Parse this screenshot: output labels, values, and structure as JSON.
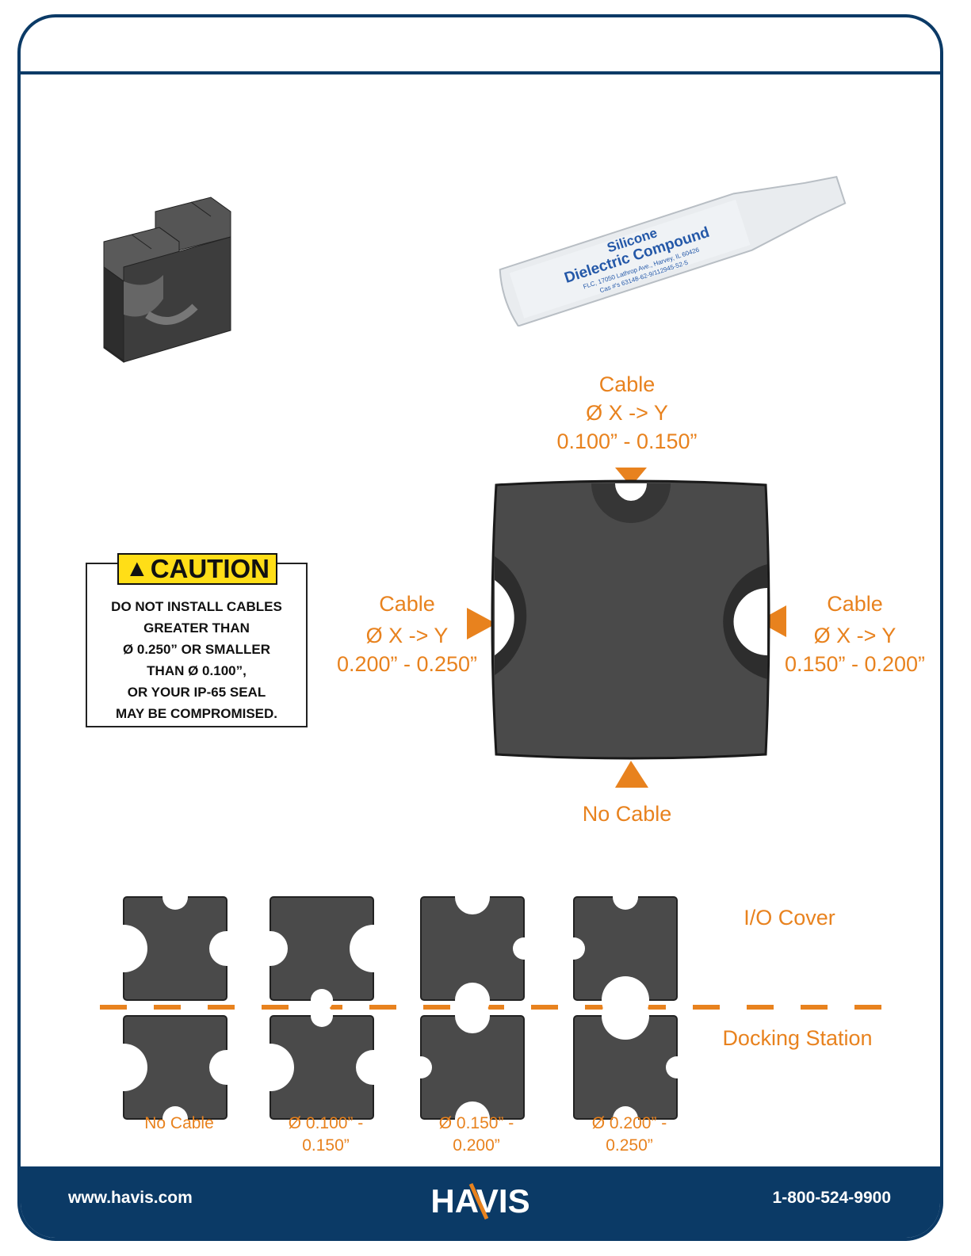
{
  "top_labels": {
    "line1": "Cable",
    "line2": "Ø  X -> Y",
    "line3": "0.100” - 0.150”"
  },
  "left_labels": {
    "line1": "Cable",
    "line2": "Ø  X -> Y",
    "line3": "0.200” - 0.250”"
  },
  "right_labels": {
    "line1": "Cable",
    "line2": "Ø  X -> Y",
    "line3": "0.150” - 0.200”"
  },
  "bottom_label": "No Cable",
  "caution": {
    "title": "CAUTION",
    "lines": [
      "DO NOT INSTALL CABLES",
      "GREATER THAN",
      "Ø 0.250” OR SMALLER",
      "THAN Ø 0.100”,",
      "OR YOUR IP-65 SEAL",
      "MAY BE COMPROMISED."
    ]
  },
  "pouch": {
    "line1": "Silicone",
    "line2": "Dielectric Compound",
    "line3": "FLC, 17050 Lathrop Ave., Harvey, IL 60426",
    "line4": "Cas #'s 63148-62-9/112945-52-5"
  },
  "grid": {
    "row_labels": [
      "I/O Cover",
      "Docking Station"
    ],
    "columns": [
      {
        "line1": "No Cable",
        "line2": ""
      },
      {
        "line1": "Ø  0.100” -",
        "line2": "0.150”"
      },
      {
        "line1": "Ø  0.150” -",
        "line2": "0.200”"
      },
      {
        "line1": "Ø  0.200” -",
        "line2": "0.250”"
      }
    ]
  },
  "footer": {
    "url": "www.havis.com",
    "logo_text": "HAVIS",
    "phone": "1-800-524-9900"
  },
  "colors": {
    "brand_navy": "#0b3a66",
    "accent_orange": "#e8821e",
    "caution_yellow": "#ffde17",
    "grommet_gray": "#4a4a4a"
  }
}
